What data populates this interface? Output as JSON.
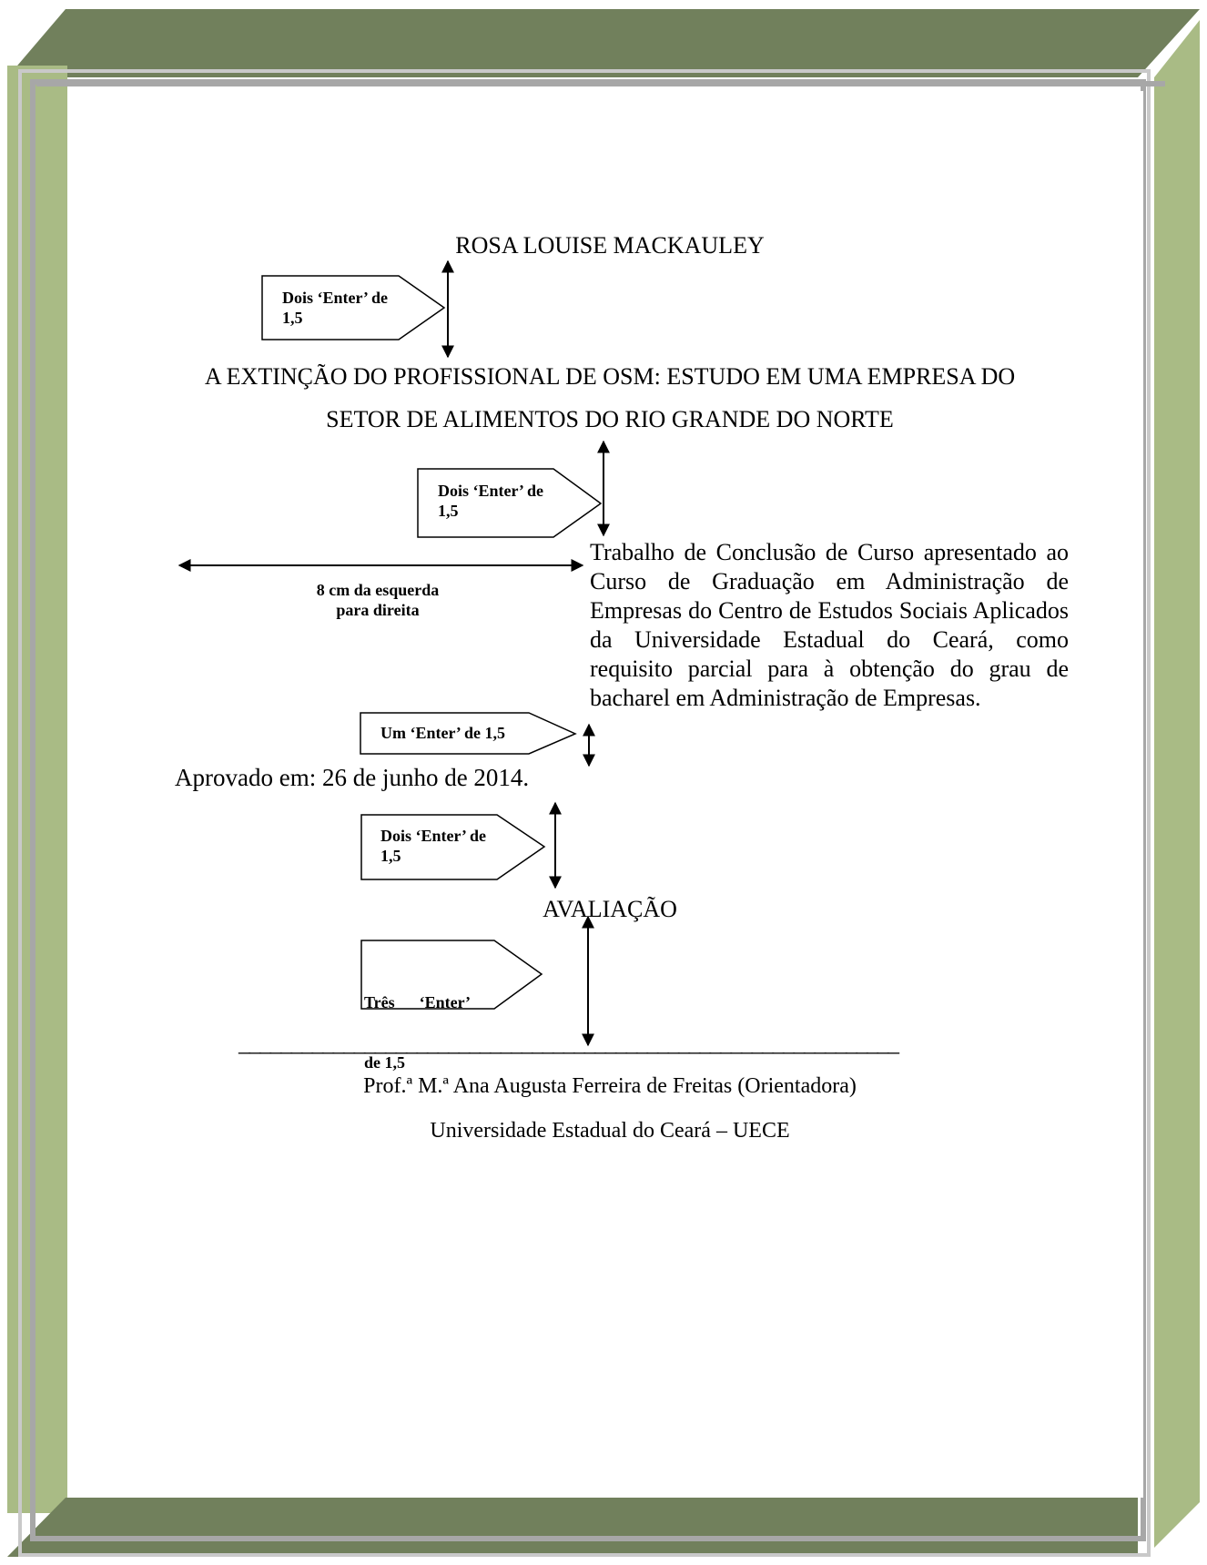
{
  "frame": {
    "colors": {
      "top_bar": "#71805c",
      "side_panel": "#a9bb85",
      "border_gray": "#a7a7a7"
    }
  },
  "author": "ROSA LOUISE MACKAULEY",
  "title": {
    "line1": "A EXTINÇÃO DO PROFISSIONAL DE OSM: ESTUDO EM UMA EMPRESA DO",
    "line2": "SETOR DE ALIMENTOS DO RIO GRANDE DO NORTE"
  },
  "abstract": "Trabalho de Conclusão de Curso apresentado ao Curso de Graduação em Administração de Empresas do Centro de Estudos Sociais Aplicados da Universidade Estadual do Ceará, como requisito parcial para à obtenção do grau de bacharel em Administração de Empresas.",
  "margin_note": {
    "line1": "8 cm da esquerda",
    "line2": "para direita"
  },
  "approved": "Aprovado em: 26 de junho de 2014.",
  "evaluation": "AVALIAÇÃO",
  "signature": {
    "line": "_______________________________________________________________",
    "name": "Prof.ª M.ª Ana Augusta Ferreira de Freitas (Orientadora)",
    "institution": "Universidade Estadual do Ceará – UECE"
  },
  "callouts": [
    {
      "line1": "Dois ‘Enter’ de",
      "line2": "1,5"
    },
    {
      "line1": "Dois ‘Enter’ de",
      "line2": "1,5"
    },
    {
      "line1": "Um ‘Enter’ de 1,5",
      "line2": ""
    },
    {
      "line1": "Dois ‘Enter’ de",
      "line2": "1,5"
    },
    {
      "line1": "Três      ‘Enter’",
      "line2": "de 1,5"
    }
  ]
}
